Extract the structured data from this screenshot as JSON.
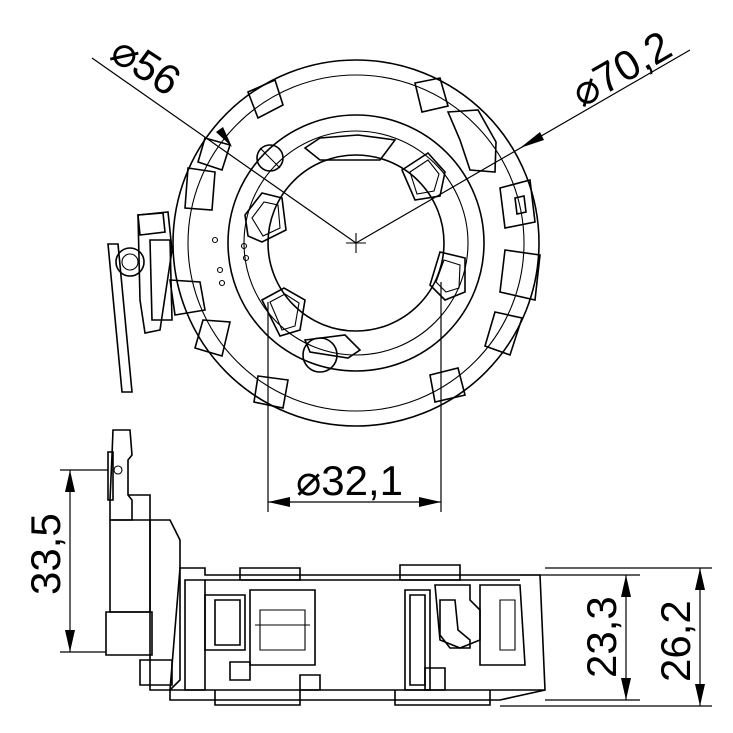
{
  "dimensions": {
    "dia_56": "⌀56",
    "dia_70_2": "⌀70,2",
    "dia_32_1": "⌀32,1",
    "height_33_5": "33,5",
    "height_23_3": "23,3",
    "height_26_2": "26,2"
  }
}
